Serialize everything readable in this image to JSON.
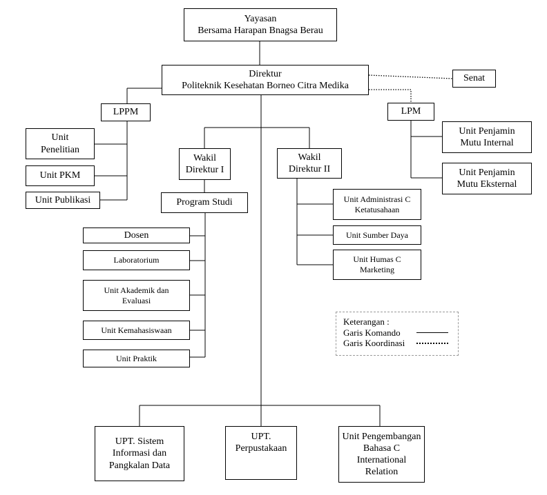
{
  "nodes": {
    "yayasan": [
      "Yayasan",
      "Bersama Harapan Bnagsa Berau"
    ],
    "direktur": [
      "Direktur",
      "Politeknik Kesehatan Borneo Citra Medika"
    ],
    "senat": [
      "Senat"
    ],
    "lppm": [
      "LPPM"
    ],
    "unit_penelitian": [
      "Unit",
      "Penelitian"
    ],
    "unit_pkm": [
      "Unit PKM"
    ],
    "unit_publikasi": [
      "Unit Publikasi"
    ],
    "lpm": [
      "LPM"
    ],
    "unit_penjamin_internal": [
      "Unit Penjamin",
      "Mutu Internal"
    ],
    "unit_penjamin_eksternal": [
      "Unit Penjamin",
      "Mutu Eksternal"
    ],
    "wakil_direktur_1": [
      "Wakil",
      "Direktur I"
    ],
    "wakil_direktur_2": [
      "Wakil",
      "Direktur II"
    ],
    "program_studi": [
      "Program Studi"
    ],
    "dosen": [
      "Dosen"
    ],
    "laboratorium": [
      "Laboratorium"
    ],
    "unit_akademik": [
      "Unit Akademik dan",
      "Evaluasi"
    ],
    "unit_kemahasiswaan": [
      "Unit Kemahasiswaan"
    ],
    "unit_praktik": [
      "Unit Praktik"
    ],
    "unit_administrasi": [
      "Unit Administrasi C",
      "Ketatusahaan"
    ],
    "unit_sumber_daya": [
      "Unit Sumber Daya"
    ],
    "unit_humas": [
      "Unit Humas C",
      "Marketing"
    ],
    "upt_sistem": [
      "UPT. Sistem",
      "Informasi dan",
      "Pangkalan Data"
    ],
    "upt_perpustakaan": [
      "UPT.",
      "Perpustakaan"
    ],
    "unit_pengembangan_bahasa": [
      "Unit Pengembangan",
      "Bahasa C",
      "International",
      "Relation"
    ]
  },
  "legend": {
    "title": "Keterangan :",
    "command_line": "Garis Komando",
    "coordination_line": "Garis Koordinasi"
  }
}
